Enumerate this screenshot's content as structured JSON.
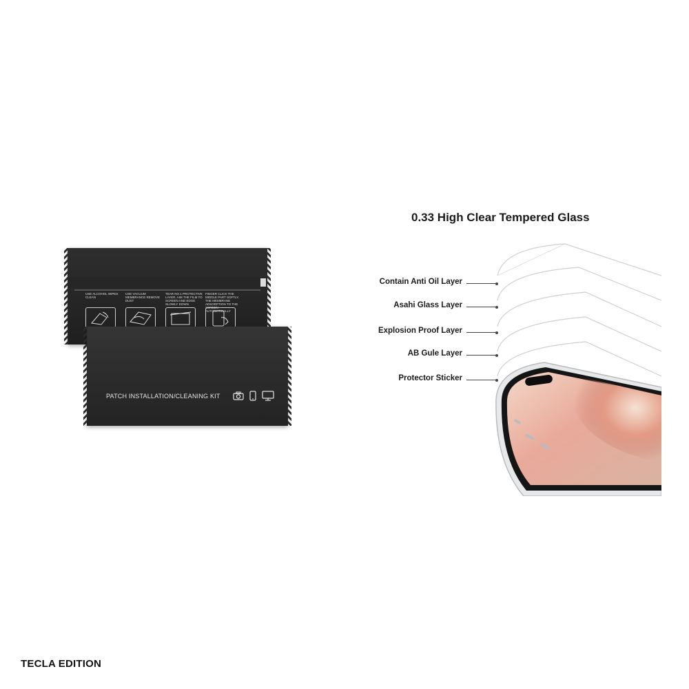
{
  "kit": {
    "steps": [
      {
        "text": "USE ALCOHOL WIPES CLEAN"
      },
      {
        "text": "USE VACUUM MEMBRANCE REMOVE DUST"
      },
      {
        "text": "TEAR NO.1 PROTECTIVE LAYER, AIM THE FILM TO SCREEN AND EDGE SLOWLY DOWN"
      },
      {
        "text": "FINGER CLICK THE MIDDLE PART SOFTLY, THE MEMBRANE ADSORPTION TO THE SCREEN AUTOMATICALLY"
      }
    ],
    "title": "PATCH INSTALLATION/CLEANING KIT",
    "icons": [
      "camera-icon",
      "phone-icon",
      "monitor-icon"
    ]
  },
  "diagram": {
    "title": "0.33 High Clear Tempered Glass",
    "layers": [
      {
        "label": "Contain Anti Oil Layer"
      },
      {
        "label": "Asahi Glass Layer"
      },
      {
        "label": "Explosion Proof Layer"
      },
      {
        "label": "AB Gule Layer"
      },
      {
        "label": "Protector Sticker"
      }
    ]
  },
  "brand": "TECLA EDITION"
}
